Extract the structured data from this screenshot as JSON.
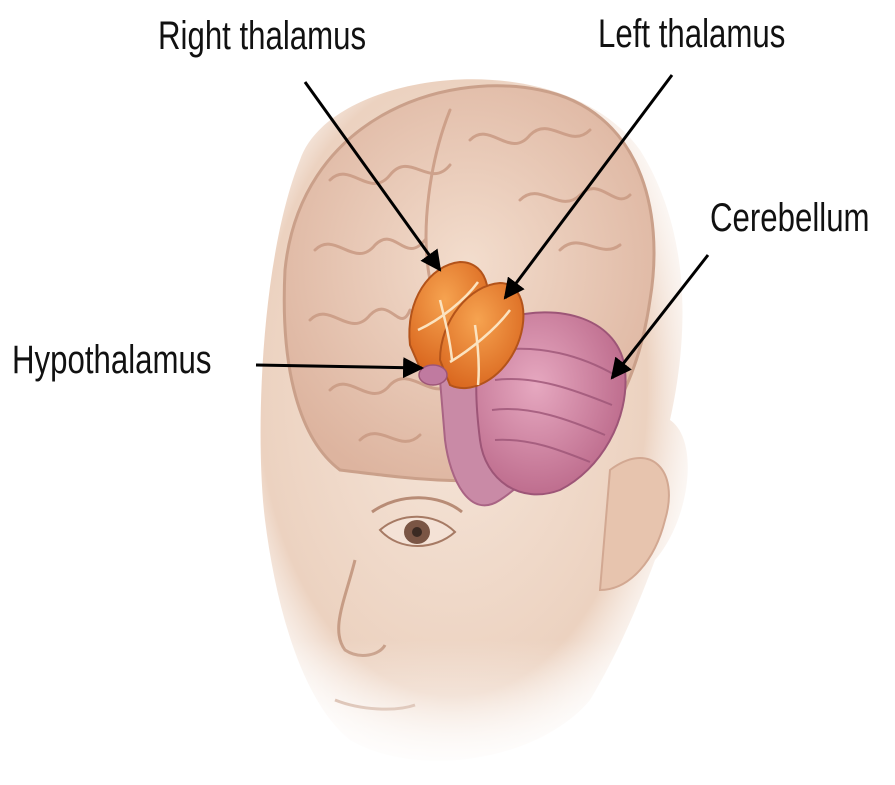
{
  "labels": {
    "right_thalamus": "Right thalamus",
    "left_thalamus": "Left thalamus",
    "cerebellum": "Cerebellum",
    "hypothalamus": "Hypothalamus"
  },
  "colors": {
    "skin": "#f0d9c8",
    "brain": "#e9cbb9",
    "thalamus": "#e7802f",
    "cerebellum": "#c7739a",
    "arrow": "#000000"
  }
}
